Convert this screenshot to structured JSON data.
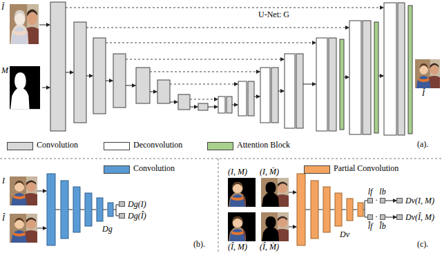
{
  "diagram": {
    "nodes": [
      {
        "text": [
          "Dg(I)"
        ]
      },
      {
        "text": [
          "Dg(Î)"
        ]
      },
      {
        "text": [
          "lf"
        ]
      },
      {
        "text": [
          "lb"
        ]
      },
      {
        "text": [
          "Dv(I, M)"
        ]
      },
      {
        "text": [
          "l̂f"
        ]
      },
      {
        "text": [
          "l̂b"
        ]
      },
      {
        "text": [
          "Dv(Î, M)"
        ]
      }
    ],
    "edges": [
      {
        "from": 3,
        "to": 4,
        "arrow": "to"
      },
      {
        "from": 6,
        "to": 7,
        "arrow": "to"
      }
    ],
    "labels": [
      "U-Net: G",
      "Ĩ",
      "M",
      "Î",
      "(a).",
      "I",
      "Î",
      "Dg",
      "(b).",
      "(I, M)",
      "(I, M̄)",
      "(Î, M)",
      "(Î, M̄)",
      "Dv",
      "·",
      "·",
      "(c)."
    ],
    "legend": [
      {
        "text": "Convolution",
        "color": "#d9d9d9"
      },
      {
        "text": "Deconvolution",
        "color": "#ffffff"
      },
      {
        "text": "Attention Block",
        "color": "#a9d08e"
      },
      {
        "text": "Convolution",
        "color": "#5b9bd5"
      },
      {
        "text": "Partial Convolution",
        "color": "#f4a460"
      }
    ]
  }
}
